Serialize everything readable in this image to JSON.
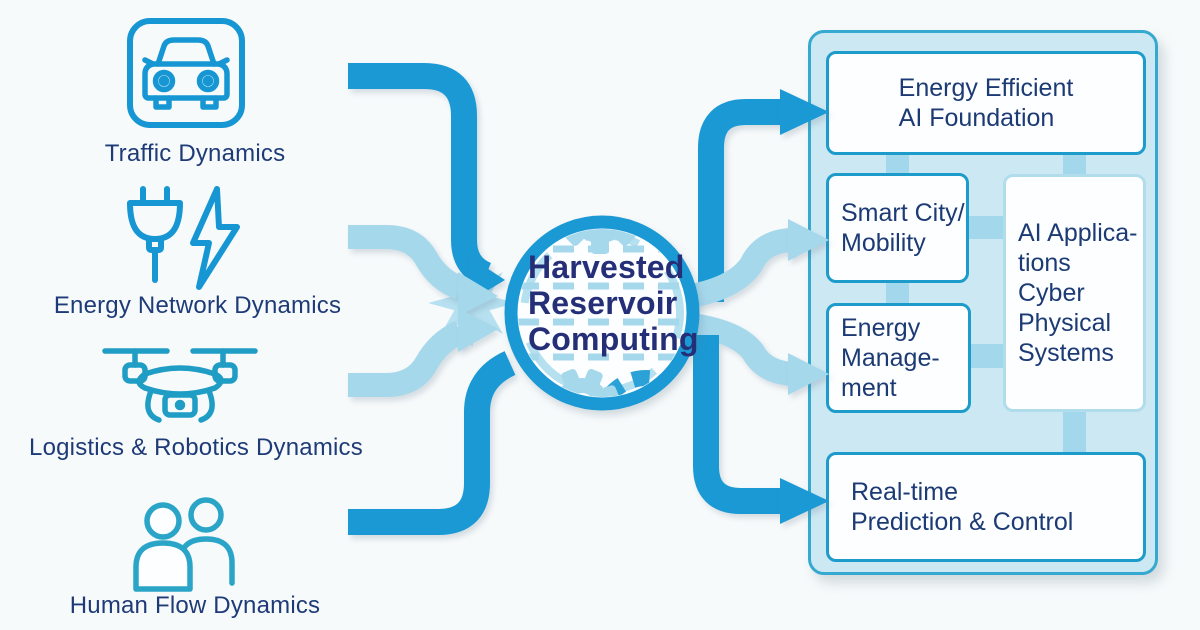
{
  "diagram_title": "Harvested Reservoir Computing concept diagram",
  "colors": {
    "arrow_strong": "#1b99d5",
    "arrow_light": "#a6d8ec",
    "panel_bg": "#cce8f3",
    "panel_border": "#35a9cf",
    "box_border": "#1d9bcb",
    "box_border_light": "#b0dcec",
    "connector": "#a3d8ec",
    "text_navy": "#1c3a74",
    "core_text": "#252f78",
    "icon_blue": "#1697d3",
    "icon_teal": "#249fc6"
  },
  "inputs": {
    "items": [
      {
        "icon": "car-icon",
        "label": "Traffic Dynamics"
      },
      {
        "icon": "plug-lightning-icon",
        "label": "Energy Network Dynamics"
      },
      {
        "icon": "drone-icon",
        "label": "Logistics & Robotics Dynamics"
      },
      {
        "icon": "people-icon",
        "label": "Human Flow Dynamics"
      }
    ]
  },
  "core": {
    "title_lines": [
      "Harvested",
      "Reservoir",
      "Computing"
    ]
  },
  "outputs": {
    "boxes": [
      {
        "id": "energy-efficient-ai-foundation",
        "lines": [
          "Energy Efficient",
          "AI Foundation"
        ]
      },
      {
        "id": "smart-city-mobility",
        "lines": [
          "Smart City/",
          "Mobility"
        ]
      },
      {
        "id": "energy-management",
        "lines": [
          "Energy",
          "Manage-",
          "ment"
        ]
      },
      {
        "id": "ai-applications-cyber-physical-systems",
        "lines": [
          "AI Applica-",
          "tions",
          "Cyber",
          "Physical",
          "Systems"
        ]
      },
      {
        "id": "real-time-prediction-control",
        "lines": [
          "Real-time",
          "Prediction & Control"
        ]
      }
    ]
  }
}
